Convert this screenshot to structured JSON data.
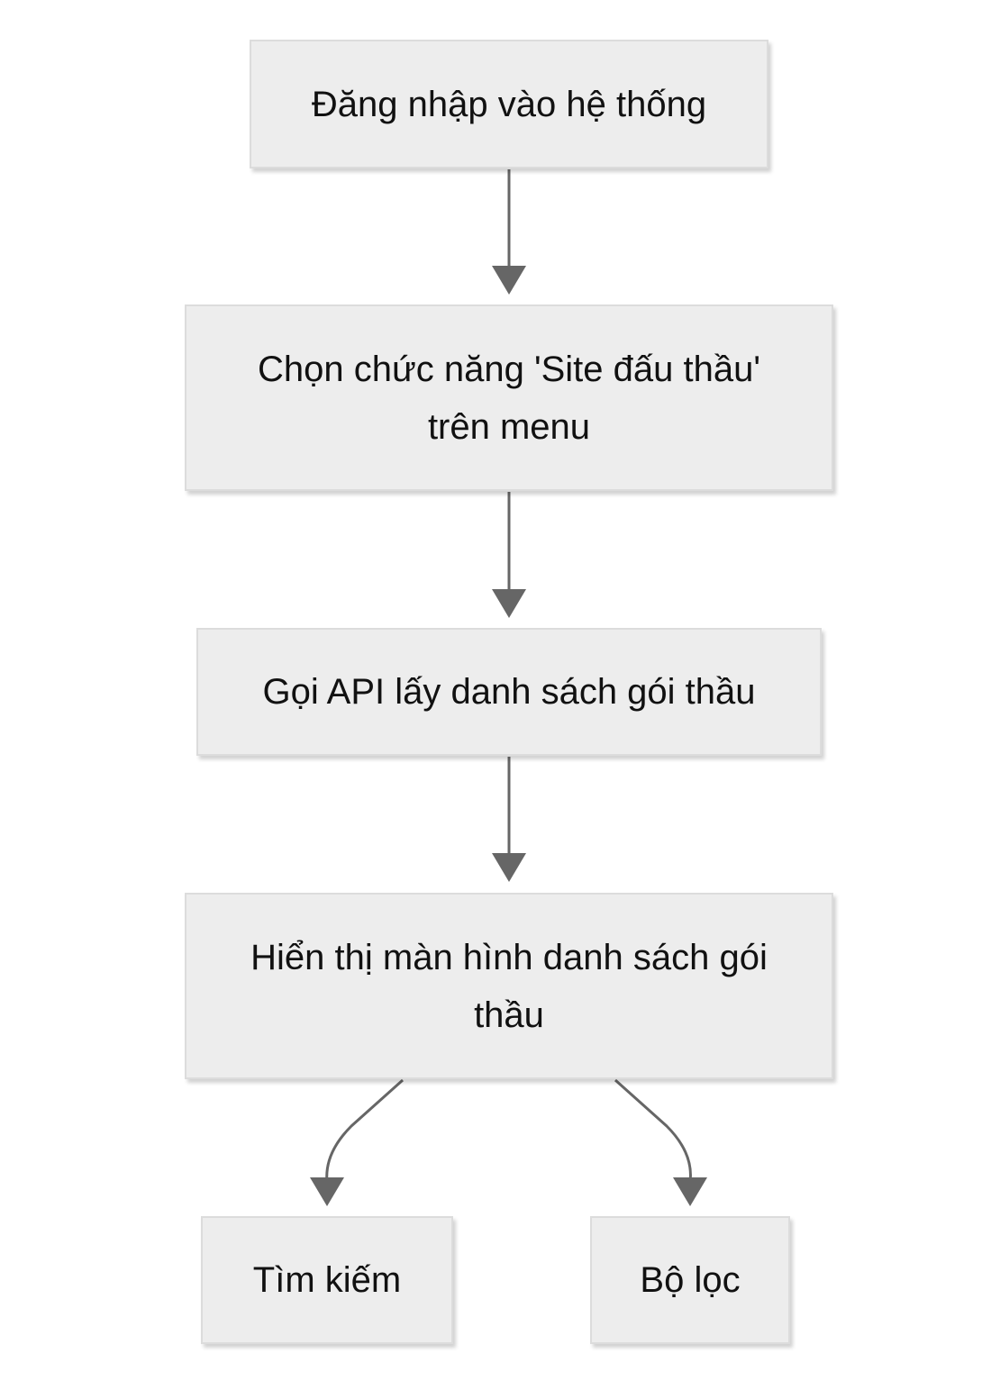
{
  "colors": {
    "node_fill": "#ededed",
    "node_border": "#dcdcdc",
    "edge": "#666666",
    "text": "#111111"
  },
  "nodes": {
    "login": "Đăng nhập vào hệ thống",
    "choose_function": "Chọn chức năng 'Site đấu thầu' trên menu",
    "call_api": "Gọi API lấy danh sách gói thầu",
    "show_list": "Hiển thị màn hình danh sách gói thầu",
    "search": "Tìm kiếm",
    "filter": "Bộ lọc"
  },
  "edges": [
    {
      "from": "login",
      "to": "choose_function"
    },
    {
      "from": "choose_function",
      "to": "call_api"
    },
    {
      "from": "call_api",
      "to": "show_list"
    },
    {
      "from": "show_list",
      "to": "search"
    },
    {
      "from": "show_list",
      "to": "filter"
    }
  ]
}
